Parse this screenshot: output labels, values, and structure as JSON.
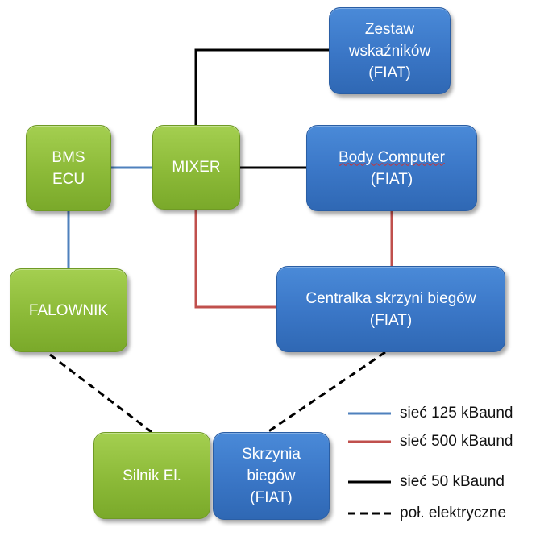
{
  "nodes": {
    "zestaw": {
      "lines": [
        "Zestaw",
        "wskaźników",
        "(FIAT)"
      ]
    },
    "bms": {
      "lines": [
        "BMS",
        "ECU"
      ]
    },
    "mixer": {
      "lines": [
        "MIXER"
      ]
    },
    "body_computer": {
      "lines": [
        "Body Computer",
        "(FIAT)"
      ]
    },
    "falownik": {
      "lines": [
        "FALOWNIK"
      ]
    },
    "centralka": {
      "lines": [
        "Centralka skrzyni biegów",
        "(FIAT)"
      ]
    },
    "silnik": {
      "lines": [
        "Silnik El."
      ]
    },
    "skrzynia": {
      "lines": [
        "Skrzynia",
        "biegów",
        "(FIAT)"
      ]
    }
  },
  "legend": [
    {
      "label": "sieć 125 kBaund",
      "color": "#4f81bd",
      "style": "solid"
    },
    {
      "label": "sieć 500 kBaund",
      "color": "#c0504d",
      "style": "solid"
    },
    {
      "label": "sieć 50 kBaund",
      "color": "#000000",
      "style": "solid"
    },
    {
      "label": "poł. elektryczne",
      "color": "#000000",
      "style": "dashed"
    }
  ],
  "colors": {
    "green": "#8cba38",
    "blue": "#3a76c6",
    "net125": "#4f81bd",
    "net500": "#c0504d",
    "net50": "#000000"
  }
}
